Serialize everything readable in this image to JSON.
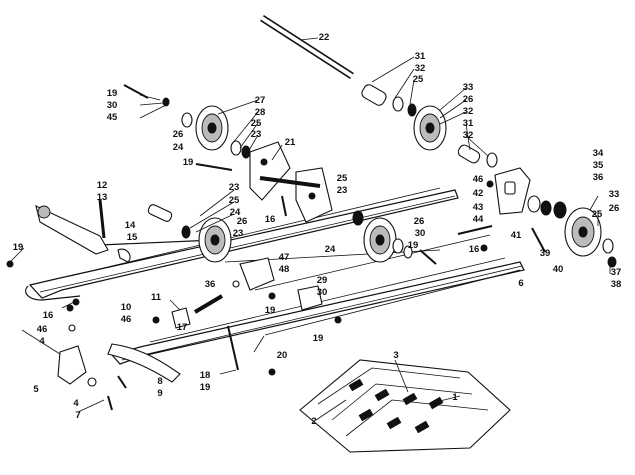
{
  "diagram": {
    "callouts": [
      {
        "id": "c1",
        "text": "1"
      },
      {
        "id": "c2",
        "text": "2"
      },
      {
        "id": "c3",
        "text": "3"
      },
      {
        "id": "c4a",
        "text": "4"
      },
      {
        "id": "c4b",
        "text": "4"
      },
      {
        "id": "c5",
        "text": "5"
      },
      {
        "id": "c6",
        "text": "6"
      },
      {
        "id": "c7",
        "text": "7"
      },
      {
        "id": "c8",
        "text": "8"
      },
      {
        "id": "c9",
        "text": "9"
      },
      {
        "id": "c10",
        "text": "10"
      },
      {
        "id": "c11",
        "text": "11"
      },
      {
        "id": "c12",
        "text": "12"
      },
      {
        "id": "c13",
        "text": "13"
      },
      {
        "id": "c14",
        "text": "14"
      },
      {
        "id": "c15",
        "text": "15"
      },
      {
        "id": "c16a",
        "text": "16"
      },
      {
        "id": "c16b",
        "text": "16"
      },
      {
        "id": "c16c",
        "text": "16"
      },
      {
        "id": "c17",
        "text": "17"
      },
      {
        "id": "c18",
        "text": "18"
      },
      {
        "id": "c19a",
        "text": "19"
      },
      {
        "id": "c19b",
        "text": "19"
      },
      {
        "id": "c19c",
        "text": "19"
      },
      {
        "id": "c19d",
        "text": "19"
      },
      {
        "id": "c19e",
        "text": "19"
      },
      {
        "id": "c19f",
        "text": "19"
      },
      {
        "id": "c19g",
        "text": "19"
      },
      {
        "id": "c20",
        "text": "20"
      },
      {
        "id": "c21",
        "text": "21"
      },
      {
        "id": "c22",
        "text": "22"
      },
      {
        "id": "c23a",
        "text": "23"
      },
      {
        "id": "c23b",
        "text": "23"
      },
      {
        "id": "c23c",
        "text": "23"
      },
      {
        "id": "c23d",
        "text": "23"
      },
      {
        "id": "c24a",
        "text": "24"
      },
      {
        "id": "c24b",
        "text": "24"
      },
      {
        "id": "c24c",
        "text": "24"
      },
      {
        "id": "c25a",
        "text": "25"
      },
      {
        "id": "c25b",
        "text": "25"
      },
      {
        "id": "c25c",
        "text": "25"
      },
      {
        "id": "c25d",
        "text": "25"
      },
      {
        "id": "c25e",
        "text": "25"
      },
      {
        "id": "c26a",
        "text": "26"
      },
      {
        "id": "c26b",
        "text": "26"
      },
      {
        "id": "c26c",
        "text": "26"
      },
      {
        "id": "c26d",
        "text": "26"
      },
      {
        "id": "c26e",
        "text": "26"
      },
      {
        "id": "c27",
        "text": "27"
      },
      {
        "id": "c28",
        "text": "28"
      },
      {
        "id": "c29",
        "text": "29"
      },
      {
        "id": "c30a",
        "text": "30"
      },
      {
        "id": "c30b",
        "text": "30"
      },
      {
        "id": "c30c",
        "text": "30"
      },
      {
        "id": "c31a",
        "text": "31"
      },
      {
        "id": "c31b",
        "text": "31"
      },
      {
        "id": "c32a",
        "text": "32"
      },
      {
        "id": "c32b",
        "text": "32"
      },
      {
        "id": "c32c",
        "text": "32"
      },
      {
        "id": "c33a",
        "text": "33"
      },
      {
        "id": "c33b",
        "text": "33"
      },
      {
        "id": "c34",
        "text": "34"
      },
      {
        "id": "c35",
        "text": "35"
      },
      {
        "id": "c36a",
        "text": "36"
      },
      {
        "id": "c36b",
        "text": "36"
      },
      {
        "id": "c37",
        "text": "37"
      },
      {
        "id": "c38",
        "text": "38"
      },
      {
        "id": "c39",
        "text": "39"
      },
      {
        "id": "c40",
        "text": "40"
      },
      {
        "id": "c41",
        "text": "41"
      },
      {
        "id": "c42",
        "text": "42"
      },
      {
        "id": "c43",
        "text": "43"
      },
      {
        "id": "c44",
        "text": "44"
      },
      {
        "id": "c45",
        "text": "45"
      },
      {
        "id": "c46a",
        "text": "46"
      },
      {
        "id": "c46b",
        "text": "46"
      },
      {
        "id": "c46c",
        "text": "46"
      },
      {
        "id": "c47",
        "text": "47"
      },
      {
        "id": "c48",
        "text": "48"
      }
    ]
  }
}
